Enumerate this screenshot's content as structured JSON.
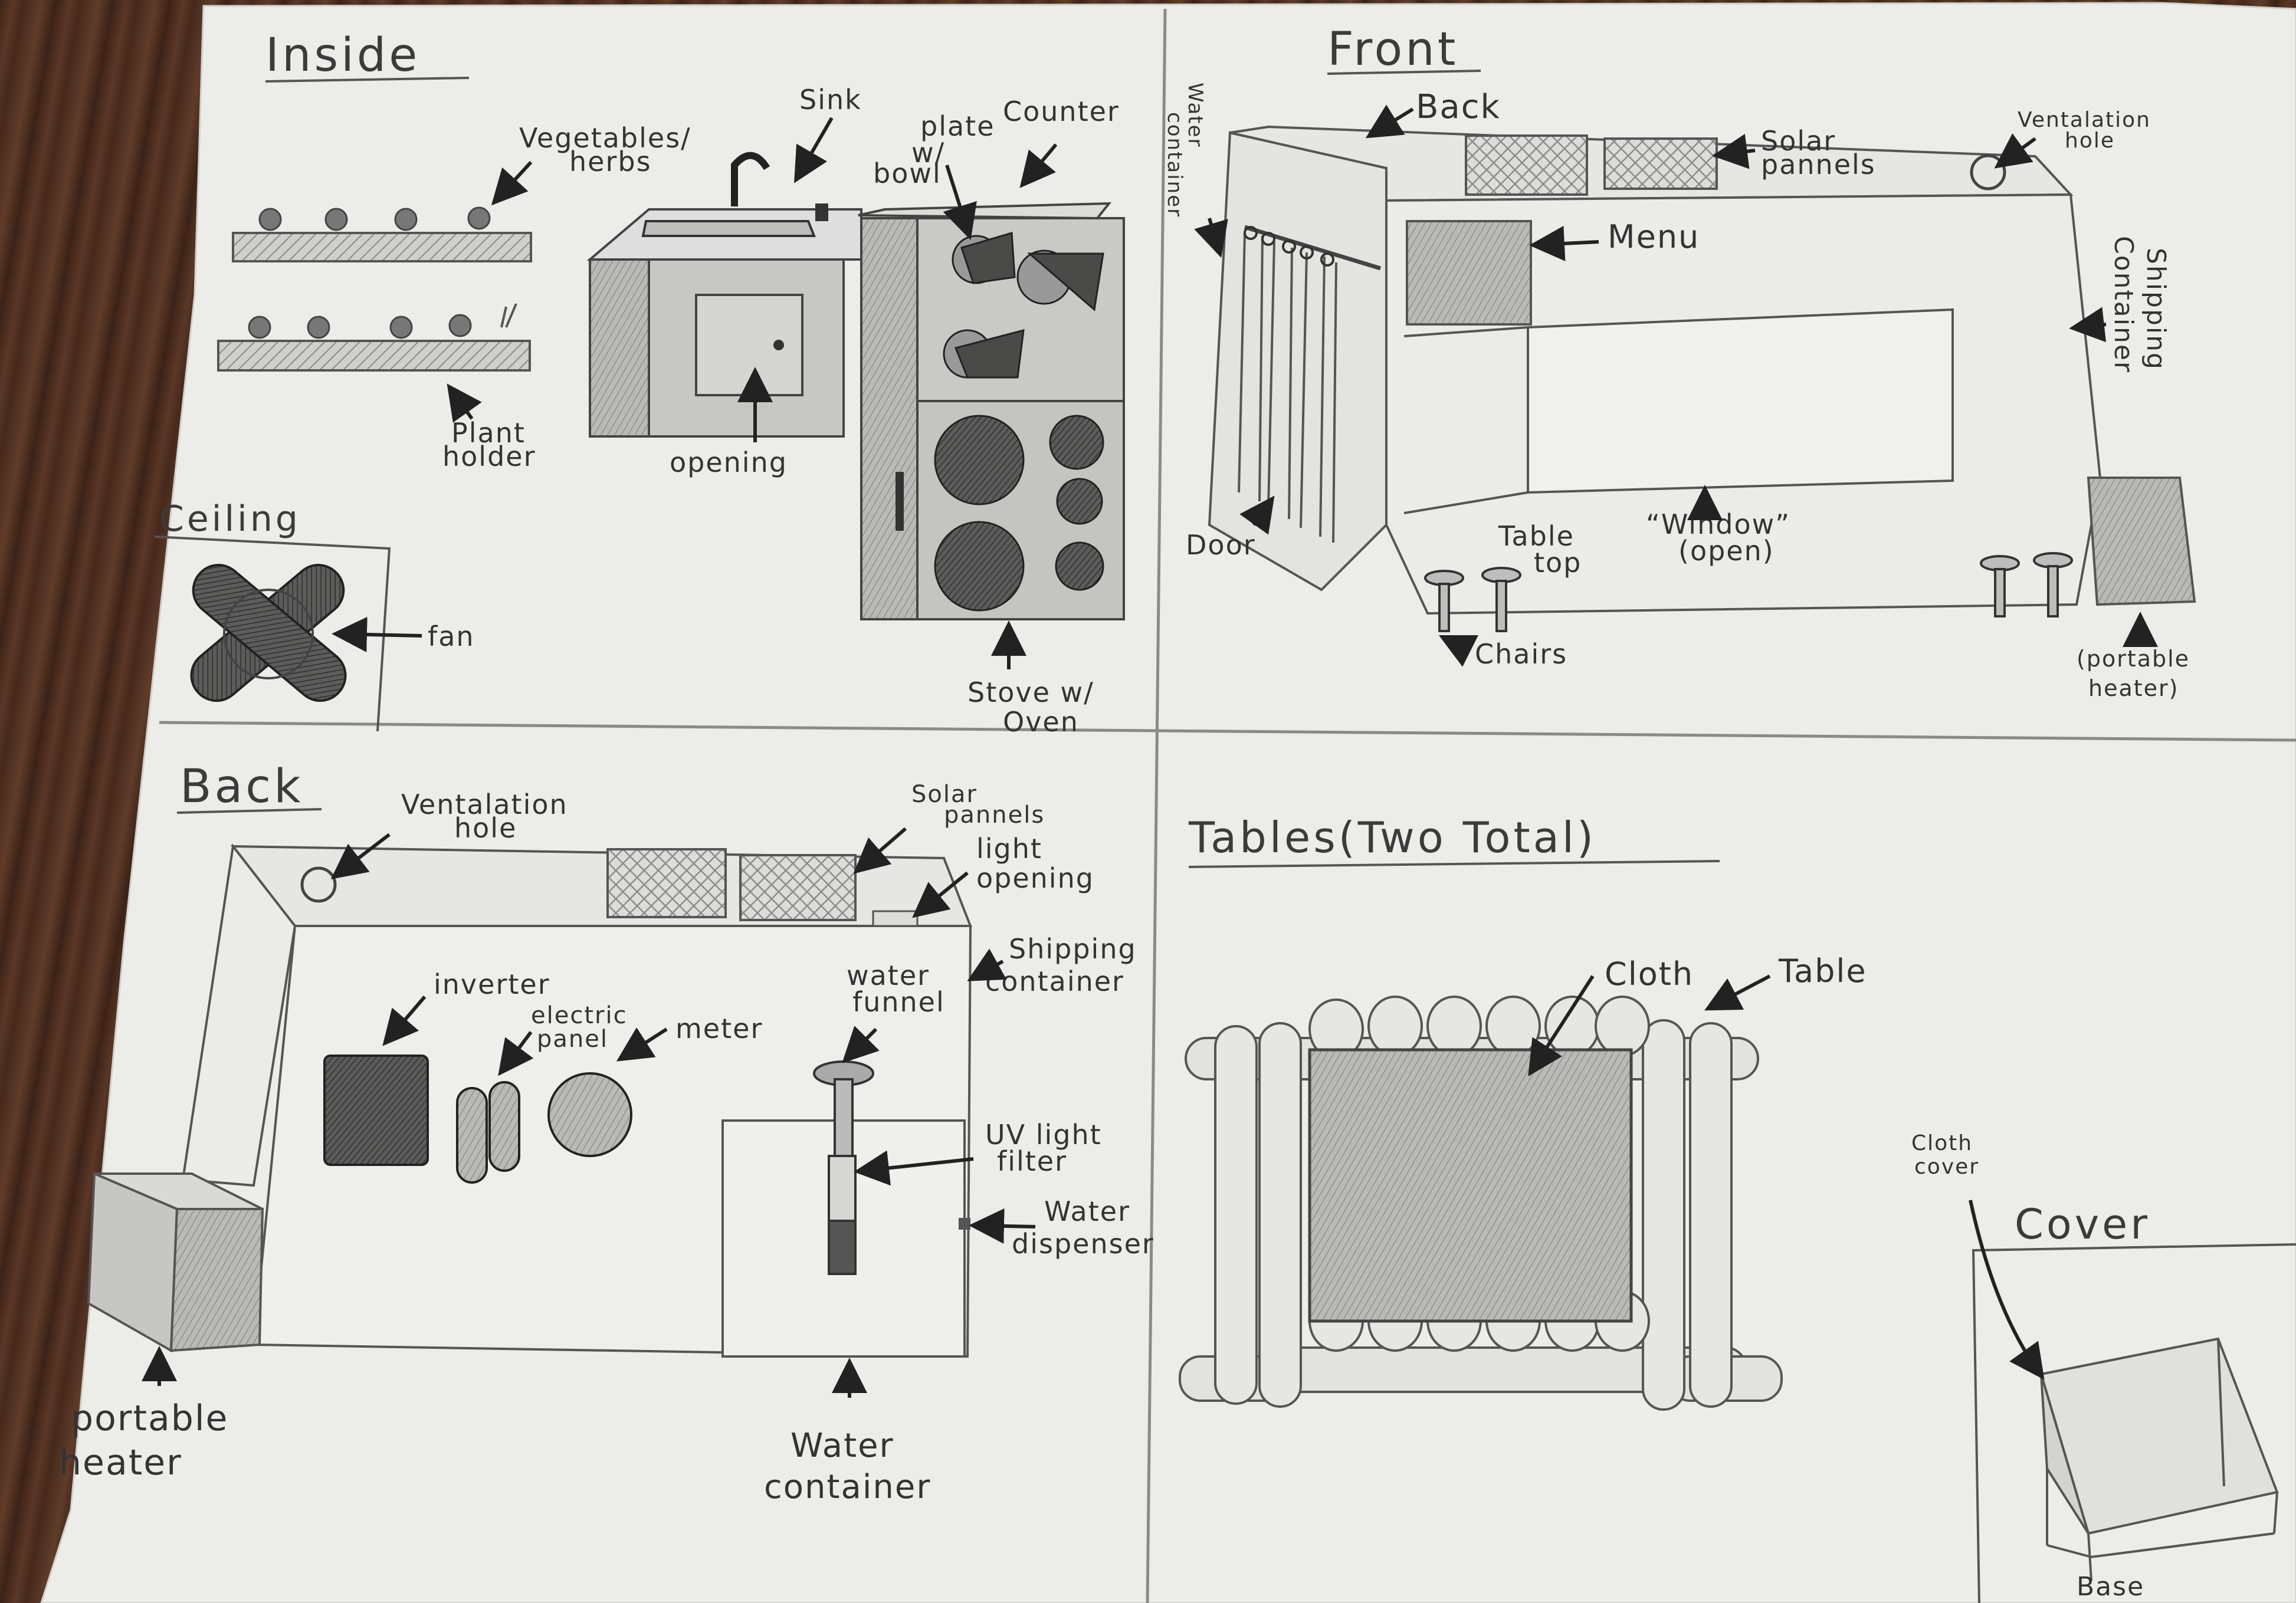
{
  "sections": {
    "inside": {
      "title": "Inside",
      "labels": {
        "veg": "Vegetables/",
        "veg2": "herbs",
        "sink": "Sink",
        "plate": "plate",
        "plate2": "w/",
        "plate3": "bowl",
        "counter": "Counter",
        "plant": "Plant",
        "plant2": "holder",
        "opening": "opening",
        "stove": "Stove w/",
        "stove2": "Oven"
      }
    },
    "ceiling": {
      "title": "Ceiling",
      "fan": "fan"
    },
    "front": {
      "title": "Front",
      "labels": {
        "back": "Back",
        "water": "Water",
        "water2": "container",
        "solar": "Solar",
        "solar2": "pannels",
        "vent": "Ventalation",
        "vent2": "hole",
        "menu": "Menu",
        "shipping": "Shipping",
        "shipping2": "Container",
        "door": "Door",
        "tabletop": "Table",
        "tabletop2": "top",
        "window": "“Window”",
        "window2": "(open)",
        "chairs": "Chairs",
        "heater": "(portable",
        "heater2": "heater)"
      }
    },
    "back": {
      "title": "Back",
      "labels": {
        "vent": "Ventalation",
        "vent2": "hole",
        "solar": "Solar",
        "solar2": "pannels",
        "light": "light",
        "light2": "opening",
        "shipping": "Shipping",
        "shipping2": "container",
        "inverter": "inverter",
        "electric": "electric",
        "electric2": "panel",
        "meter": "meter",
        "funnel": "water",
        "funnel2": "funnel",
        "uv": "UV light",
        "uv2": "filter",
        "dispenser": "Water",
        "dispenser2": "dispenser",
        "heater": "portable",
        "heater2": "heater",
        "container": "Water",
        "container2": "container"
      }
    },
    "tables": {
      "title": "Tables(Two Total)",
      "labels": {
        "cloth": "Cloth",
        "table": "Table"
      }
    },
    "cover": {
      "title": "Cover",
      "labels": {
        "clothcover": "Cloth",
        "clothcover2": "cover",
        "base": "Base"
      }
    }
  },
  "colors": {
    "paper": "#ededeb",
    "pencil": "#3a3a3a",
    "wood": "#4a2e20"
  }
}
